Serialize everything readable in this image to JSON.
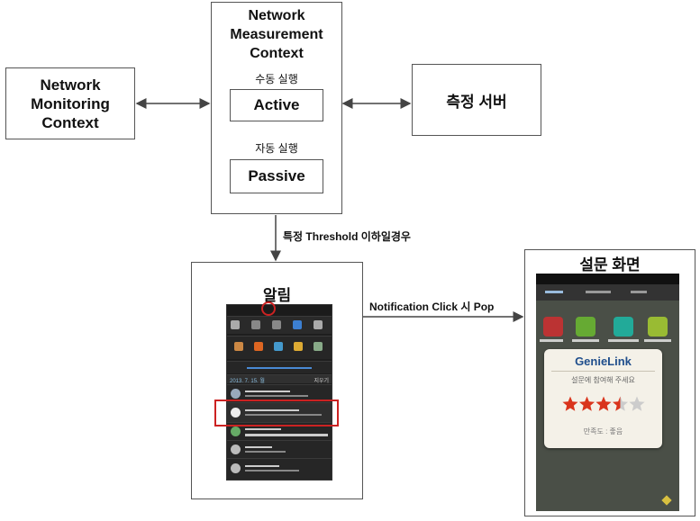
{
  "nodes": {
    "measurement": {
      "title_lines": [
        "Network",
        "Measurement",
        "Context"
      ]
    },
    "monitoring": {
      "lines": [
        "Network",
        "Monitoring",
        "Context"
      ]
    },
    "server": {
      "label": "측정 서버"
    },
    "manual_label": "수동 실행",
    "active_label": "Active",
    "auto_label": "자동 실행",
    "passive_label": "Passive",
    "alert_title": "알림",
    "survey_title": "설문 화면"
  },
  "edges": {
    "threshold_label": "특정 Threshold 이하일경우",
    "notification_label": "Notification Click 시 Pop"
  },
  "alert_screen": {
    "date_text": "2013. 7. 15. 월",
    "clear_text": "지우기",
    "accent_color": "#cc2222"
  },
  "survey_screen": {
    "dialog_title": "GenieLink",
    "dialog_prompt": "설문에 참여해 주세요",
    "rating_value": 3.5,
    "rating_max": 5,
    "rating_caption": "만족도 : 좋음",
    "star_color": "#d9341c",
    "title_color": "#1f4e8c"
  }
}
